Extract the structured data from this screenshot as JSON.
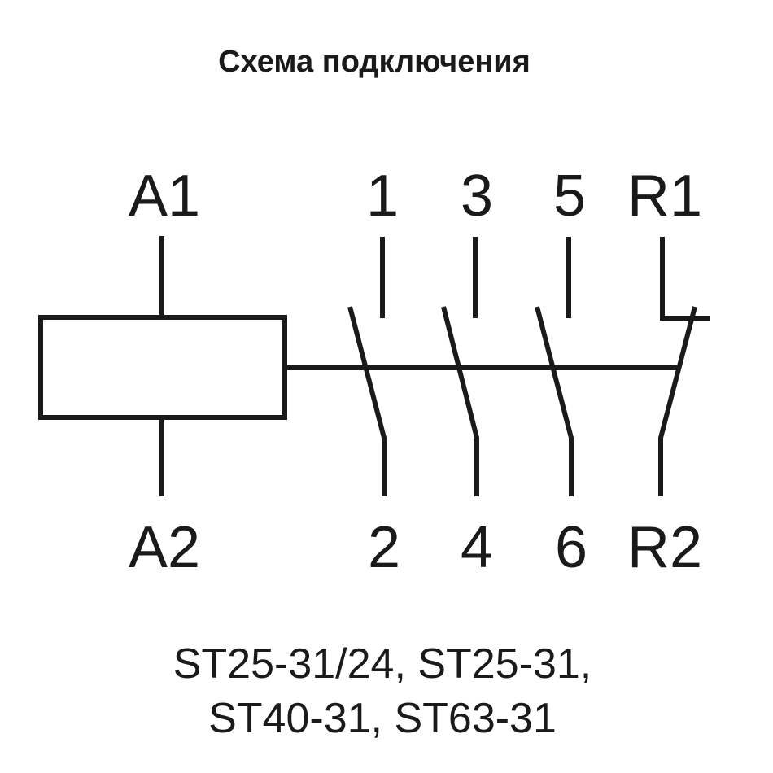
{
  "title": "Схема подключения",
  "coil": {
    "top_terminal": "A1",
    "bottom_terminal": "A2"
  },
  "contacts": [
    {
      "top": "1",
      "bottom": "2",
      "type": "normally-open"
    },
    {
      "top": "3",
      "bottom": "4",
      "type": "normally-open"
    },
    {
      "top": "5",
      "bottom": "6",
      "type": "normally-open"
    },
    {
      "top": "R1",
      "bottom": "R2",
      "type": "normally-closed"
    }
  ],
  "models": {
    "line1": "ST25-31/24, ST25-31,",
    "line2": "ST40-31, ST63-31"
  },
  "colors": {
    "ink": "#1a1a1a",
    "background": "#ffffff"
  }
}
